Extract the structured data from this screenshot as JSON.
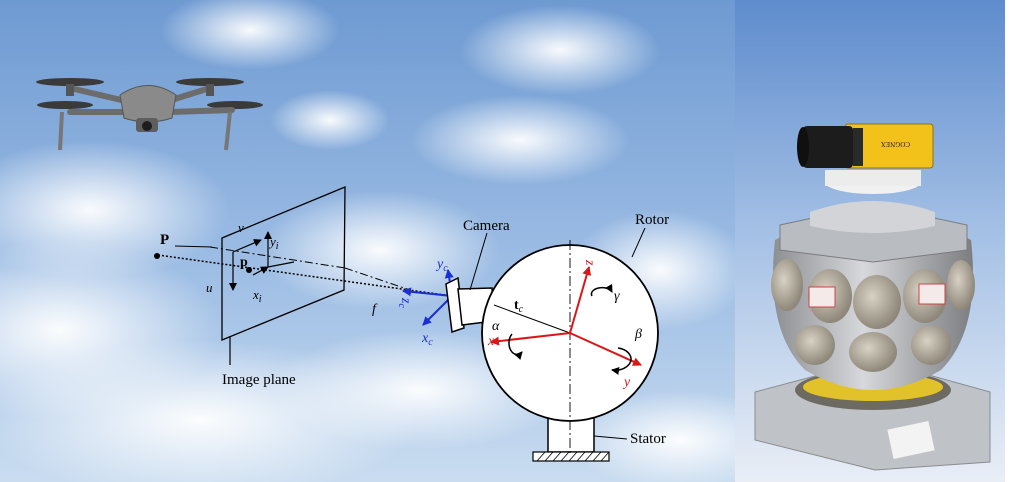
{
  "labels": {
    "point_3d": "P",
    "point_image": "p",
    "axis_v": "v",
    "axis_u": "u",
    "axis_yi": "y",
    "axis_yi_sub": "i",
    "axis_xi": "x",
    "axis_xi_sub": "i",
    "focal": "f",
    "camera": "Camera",
    "rotor": "Rotor",
    "stator": "Stator",
    "image_plane": "Image plane",
    "translation": "t",
    "translation_sub": "c",
    "cam_y": "y",
    "cam_y_sub": "c",
    "cam_z": "z",
    "cam_z_sub": "c",
    "cam_x": "x",
    "cam_x_sub": "c",
    "rot_x": "x",
    "rot_y": "y",
    "rot_z": "z",
    "angle_alpha": "α",
    "angle_beta": "β",
    "angle_gamma": "γ",
    "camera_brand": "COGNEX"
  },
  "colors": {
    "sky_top": "#6e9ad2",
    "sky_bottom": "#c9dcf0",
    "camera_axes": "#1a2fd4",
    "rotor_axes": "#d81818",
    "line": "#000000",
    "camera_body": "#f2c21a"
  },
  "icons": {
    "drone": "drone-icon",
    "camera_device": "industrial-camera-icon"
  }
}
